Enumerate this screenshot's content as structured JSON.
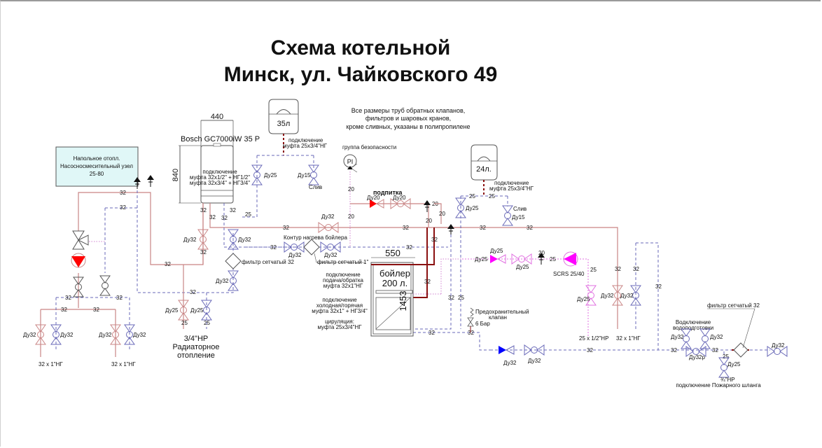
{
  "title": {
    "line1": "Схема котельной",
    "line2": "Минск, ул. Чайковского 49"
  },
  "note": {
    "line1": "Все размеры труб обратных клапанов,",
    "line2": "фильтров и шаровых кранов,",
    "line3": "кроме сливных, указаны в полипропилене"
  },
  "boiler": {
    "width": "440",
    "height": "840",
    "model": "Bosch GC7000iW 35 P",
    "conn1": "подключение",
    "conn2": "муфта 32х1/2\" + НГ1/2\"",
    "conn3": "муфта 32х3/4\" + НГ3/4\""
  },
  "tank35": {
    "label": "35л",
    "conn1": "подключение",
    "conn2": "муфта 25х3/4\"НГ",
    "valve_main": "Ду25",
    "valve_drain": "Ду15",
    "drain": "Слив"
  },
  "tank24": {
    "label": "24л.",
    "conn1": "подключение",
    "conn2": "муфта 25х3/4\"НГ",
    "valve_main": "Ду25",
    "drain": "Слив",
    "valve_drain": "Ду15"
  },
  "floor_heating": {
    "line1": "Напольное отопл.",
    "line2": "Насосносмесительный узел",
    "line3": "25-80"
  },
  "safety_group": {
    "label": "группа безопасности",
    "gauge": "PI"
  },
  "makeup": {
    "label": "подпитка",
    "valve1": "Ду20",
    "valve2": "Ду20"
  },
  "boiler_circuit": {
    "label": "Контур нагрева бойлера",
    "valve1": "Ду32",
    "valve2": "Ду32",
    "valve_top": "Ду32",
    "filter": "фильтр сетчатый 1\""
  },
  "water_heater": {
    "width": "550",
    "height": "1453",
    "label1": "бойлер",
    "label2": "200 л.",
    "conn_a1": "подключение",
    "conn_a2": "подача/обратка",
    "conn_a3": "муфта 32х1\"НГ",
    "conn_b1": "подключение",
    "conn_b2": "холодная/горячая",
    "conn_b3": "муфта 32х1\" + НГ3/4\"",
    "conn_c1": "цируляция:",
    "conn_c2": "муфта 25х3/4\"НГ"
  },
  "left_column": {
    "valve_a": "Ду32",
    "valve_b": "Ду32",
    "filter": "фильтр сетчатый 32",
    "valve_c": "Ду32"
  },
  "radiator": {
    "valve_red": "Ду25",
    "valve_blue": "Ду25",
    "size_red": "25",
    "size_blue": "25",
    "line1": "3/4\"НР",
    "line2": "Радиаторное",
    "line3": "отопление"
  },
  "floor_outputs": {
    "valves": [
      "Ду32",
      "Ду32",
      "Ду32",
      "Ду32"
    ],
    "out_left": "32 х 1\"НГ",
    "out_right": "32 х 1\"НГ"
  },
  "circulation": {
    "check_valve": "Ду25",
    "valve": "Ду25",
    "pump": "SCRS 25/40",
    "drop_valve": "Ду25",
    "out": "25  х 1/2\"НР"
  },
  "dhw_out": {
    "valve_red": "Ду32",
    "valve_blue": "Ду32",
    "out": "32 х 1\"НГ"
  },
  "safety_valve": {
    "line1": "Предохранительный",
    "line2": "клапан",
    "pressure": "6 Бар"
  },
  "cold_inlet": {
    "check_valve": "Ду32",
    "valve": "Ду32"
  },
  "water_treatment": {
    "line1": "Водключение",
    "line2": "водоподготовки",
    "valve_left": "Ду32",
    "valve_right": "Ду32",
    "valve_bypass": "Ду32р",
    "filter": "фильтр сетчатый 32",
    "valve_main": "Ду32"
  },
  "fire_hose": {
    "size": "25",
    "valve": "Ду25",
    "thread": "¾\"НР",
    "label": "подключение Пожарного шланга"
  },
  "pipe_sizes": {
    "s32": "32",
    "s25": "25",
    "s20": "20"
  },
  "colors": {
    "supply": "#c98585",
    "return": "#6a6ab8",
    "circulation": "#e070e0",
    "pump_red": "#ff0000",
    "pump_magenta": "#ff00ff",
    "check_blue": "#0000ff",
    "floor_box": "#e0f7f7"
  }
}
